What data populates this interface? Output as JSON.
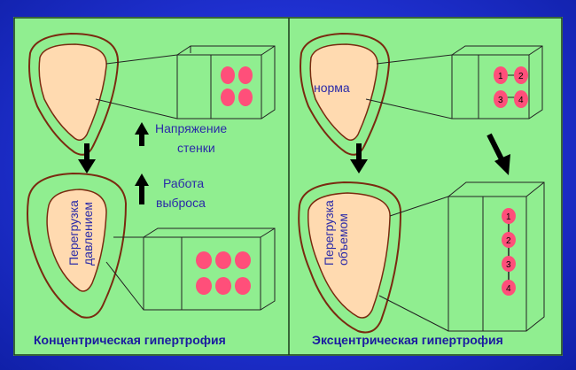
{
  "left_panel": {
    "pressure_overload_line1": "Перегрузка",
    "pressure_overload_line2": "давлением",
    "wall_stress_line1": "Напряжение",
    "wall_stress_line2": "стенки",
    "ejection_work_line1": "Работа",
    "ejection_work_line2": "выброса",
    "caption": "Концентрическая гипертрофия"
  },
  "right_panel": {
    "normal_label": "норма",
    "volume_overload_line1": "Перегрузка",
    "volume_overload_line2": "объемом",
    "caption": "Эксцентрическая гипертрофия",
    "sarcomere_numbers_top": [
      "1",
      "2",
      "3",
      "4"
    ],
    "sarcomere_numbers_bottom": [
      "1",
      "2",
      "3",
      "4"
    ]
  },
  "colors": {
    "panel_bg": "#90ee90",
    "ventricle_fill": "#ffdab0",
    "wall_stroke": "#7a2a10",
    "fiber_fill": "#ff4f7a",
    "text_blue": "#2a2aa8",
    "background": "#2233d8"
  }
}
